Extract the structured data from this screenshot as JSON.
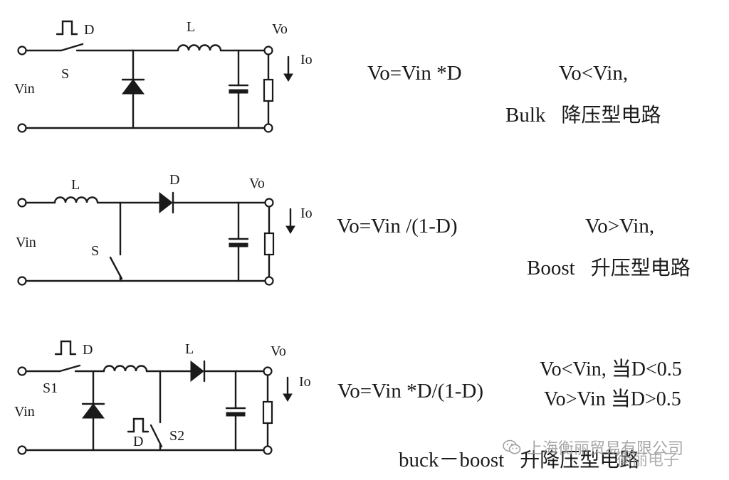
{
  "circuits": [
    {
      "id": "buck",
      "labels": {
        "switch_d": "D",
        "switch": "S",
        "inductor": "L",
        "vout": "Vo",
        "iout": "Io",
        "vin": "Vin"
      },
      "formula": "Vo=Vin *D",
      "relation": "Vo<Vin,",
      "type_en": "Bulk",
      "type_cn": "降压型电路"
    },
    {
      "id": "boost",
      "labels": {
        "inductor": "L",
        "diode": "D",
        "vout": "Vo",
        "iout": "Io",
        "vin": "Vin",
        "switch": "S"
      },
      "formula": "Vo=Vin /(1-D)",
      "relation": "Vo>Vin,",
      "type_en": "Boost",
      "type_cn": "升压型电路"
    },
    {
      "id": "buck_boost",
      "labels": {
        "switch1_d": "D",
        "switch1": "S1",
        "inductor": "L",
        "vout": "Vo",
        "iout": "Io",
        "vin": "Vin",
        "switch2_d": "D",
        "switch2": "S2"
      },
      "formula": "Vo=Vin *D/(1-D)",
      "conditions": [
        "Vo<Vin, 当D<0.5",
        "Vo>Vin 当D>0.5"
      ],
      "type_en": "buck－boost",
      "type_cn": "升降压型电路"
    }
  ],
  "watermark": {
    "icon": "wechat-icon",
    "text": "上海衡丽贸易有限公司",
    "overlay": "衡丽电子"
  }
}
